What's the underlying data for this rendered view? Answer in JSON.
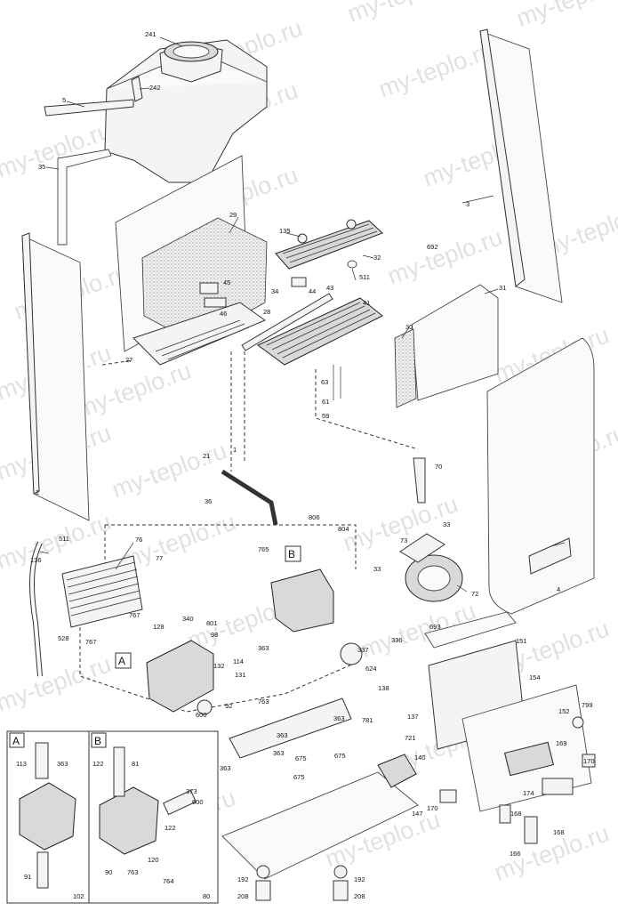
{
  "watermark": "my-teplo.ru",
  "callouts": {
    "p241": "241",
    "p242": "242",
    "p5": "5",
    "p35": "35",
    "p29": "29",
    "p28": "28",
    "p27": "27",
    "p45": "45",
    "p46": "46",
    "p135": "135",
    "p32": "32",
    "p34": "34",
    "p44": "44",
    "p43": "43",
    "p511a": "511",
    "p41": "41",
    "p3": "3",
    "p692": "692",
    "p31": "31",
    "p30": "30",
    "p63": "63",
    "p61": "61",
    "p59": "59",
    "p1": "1",
    "p21": "21",
    "p2": "2",
    "p70": "70",
    "p36": "36",
    "p806": "806",
    "p804": "804",
    "p765": "765",
    "p33a": "33",
    "p33b": "33",
    "p73": "73",
    "p72": "72",
    "p4": "4",
    "p511b": "511",
    "p136": "136",
    "p76": "76",
    "p77": "77",
    "p767a": "767",
    "p128": "128",
    "p340": "340",
    "p801": "801",
    "p98": "98",
    "p363a": "363",
    "p336": "336",
    "p767b": "767",
    "p114": "114",
    "p337": "337",
    "p528": "528",
    "p132": "132",
    "p131": "131",
    "p624": "624",
    "p693": "693",
    "p151": "151",
    "p154": "154",
    "p92": "92",
    "p763": "763",
    "p600a": "600",
    "p138": "138",
    "p363b": "363",
    "p781": "781",
    "p137": "137",
    "p152": "152",
    "p799": "799",
    "p363c": "363",
    "p675a": "675",
    "p721": "721",
    "p169": "169",
    "p113": "113",
    "p363d": "363",
    "p122a": "122",
    "p81": "81",
    "p363e": "363",
    "p675b": "675",
    "p170a": "170",
    "p140": "140",
    "p363f": "363",
    "p675c": "675",
    "p373": "373",
    "p600b": "600",
    "p122b": "122",
    "p174": "174",
    "p170b": "170",
    "p147": "147",
    "p168a": "168",
    "p168b": "168",
    "p120": "120",
    "p166": "166",
    "p91": "91",
    "p90": "90",
    "p763b": "763",
    "p764": "764",
    "p192a": "192",
    "p192b": "192",
    "p102": "102",
    "p80": "80",
    "p208a": "208",
    "p208b": "208"
  },
  "boxes": {
    "a": "A",
    "b": "B",
    "insetA": "A",
    "insetB": "B"
  }
}
